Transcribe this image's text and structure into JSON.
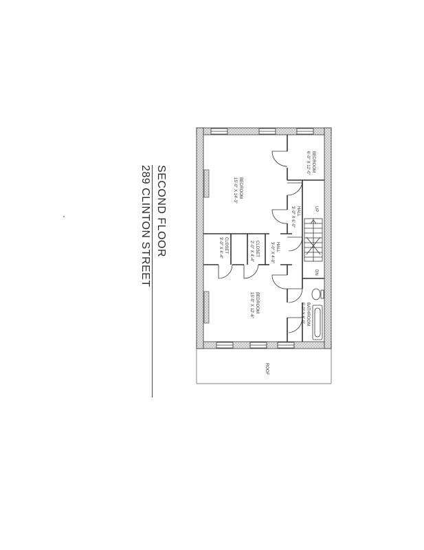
{
  "drawing": {
    "title_line1": "SECOND FLOOR",
    "title_line2": "289 CLINTON STREET"
  },
  "rooms": {
    "bedroom_top": {
      "name": "BEDROOM",
      "dims": "6'-0\" X 12'-0\""
    },
    "bedroom_large": {
      "name": "BEDROOM",
      "dims": "15'-0\" X 14'-3\""
    },
    "hall": {
      "name": "HALL",
      "dims": "3'-0\" X 6'-0\""
    },
    "closet_1": {
      "name": "CLOSET",
      "dims": "3'-0\" X 4'-4\""
    },
    "closet_2": {
      "name": "CLOSET",
      "dims": "2'-0\" X 4'-4\""
    },
    "hall_2": {
      "name": "HALL",
      "dims": "3'-0\" X 4'-0\""
    },
    "bedroom_bottom": {
      "name": "BEDROOM",
      "dims": "15'-0\" X 12'-6\""
    },
    "bathroom": {
      "name": "BATHROOM",
      "dims": "5'-0\" X 8'-0\""
    }
  },
  "stair": {
    "up_label": "UP",
    "down_label": "DN"
  },
  "roof": {
    "label": "ROOF"
  },
  "colors": {
    "wall_fill": "#d6d6d6",
    "line": "#333333"
  }
}
